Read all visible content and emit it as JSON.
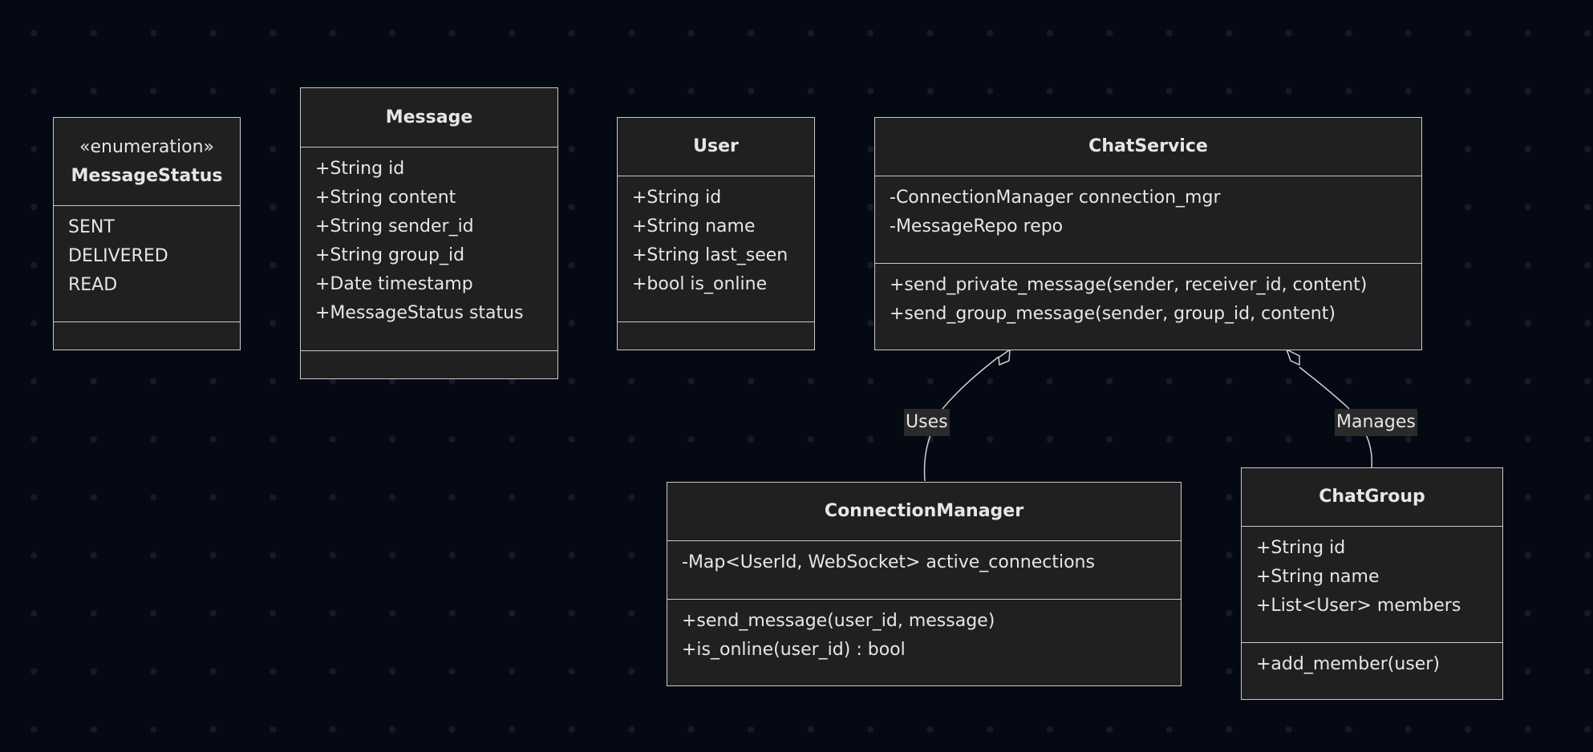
{
  "classes": {
    "message_status": {
      "stereotype": "«enumeration»",
      "name": "MessageStatus",
      "attributes": [
        "SENT",
        "DELIVERED",
        "READ"
      ],
      "methods": []
    },
    "message": {
      "name": "Message",
      "attributes": [
        "+String id",
        "+String content",
        "+String sender_id",
        "+String group_id",
        "+Date timestamp",
        "+MessageStatus status"
      ],
      "methods": []
    },
    "user": {
      "name": "User",
      "attributes": [
        "+String id",
        "+String name",
        "+String last_seen",
        "+bool is_online"
      ],
      "methods": []
    },
    "chat_service": {
      "name": "ChatService",
      "attributes": [
        "-ConnectionManager connection_mgr",
        "-MessageRepo repo"
      ],
      "methods": [
        "+send_private_message(sender, receiver_id, content)",
        "+send_group_message(sender, group_id, content)"
      ]
    },
    "connection_manager": {
      "name": "ConnectionManager",
      "attributes": [
        "-Map<UserId, WebSocket> active_connections"
      ],
      "methods": [
        "+send_message(user_id, message)",
        "+is_online(user_id) : bool"
      ]
    },
    "chat_group": {
      "name": "ChatGroup",
      "attributes": [
        "+String id",
        "+String name",
        "+List<User> members"
      ],
      "methods": [
        "+add_member(user)"
      ]
    }
  },
  "relations": [
    {
      "from": "ChatService",
      "to": "ConnectionManager",
      "type": "aggregation",
      "label": "Uses"
    },
    {
      "from": "ChatService",
      "to": "ChatGroup",
      "type": "aggregation",
      "label": "Manages"
    }
  ],
  "colors": {
    "background": "#050913",
    "box_fill": "#202020",
    "box_border": "#c9c9c9",
    "text": "#e6e6e6",
    "edge": "#d0d0d0",
    "label_bg": "#2a2a2a"
  }
}
